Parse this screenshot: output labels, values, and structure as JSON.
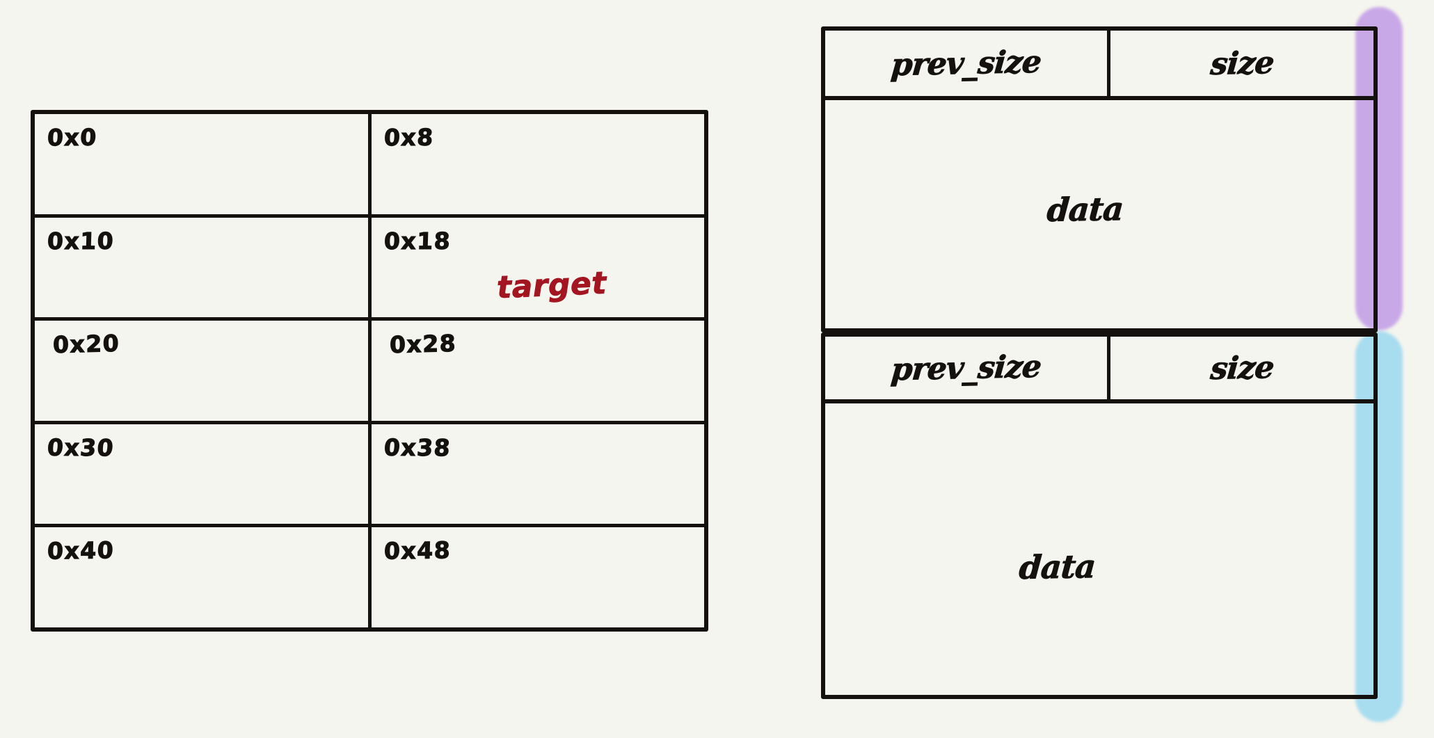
{
  "background_color": "#f5f5ef",
  "ink_color": "#14110f",
  "memory_table": {
    "rows": [
      {
        "left": "0x0",
        "right": "0x8"
      },
      {
        "left": "0x10",
        "right": "0x18"
      },
      {
        "left": "0x20",
        "right": "0x28"
      },
      {
        "left": "0x30",
        "right": "0x38"
      },
      {
        "left": "0x40",
        "right": "0x48"
      }
    ],
    "annotation": {
      "text": "target",
      "color": "#a31621",
      "in_cell": "0x18"
    }
  },
  "heap_diagram": {
    "chunks": [
      {
        "header": {
          "prev_size": "prev_size",
          "size": "size"
        },
        "body": "data",
        "highlight_color": "#c9a8e8"
      },
      {
        "header": {
          "prev_size": "prev_size",
          "size": "size"
        },
        "body": "data",
        "highlight_color": "#a8dcef"
      }
    ]
  }
}
